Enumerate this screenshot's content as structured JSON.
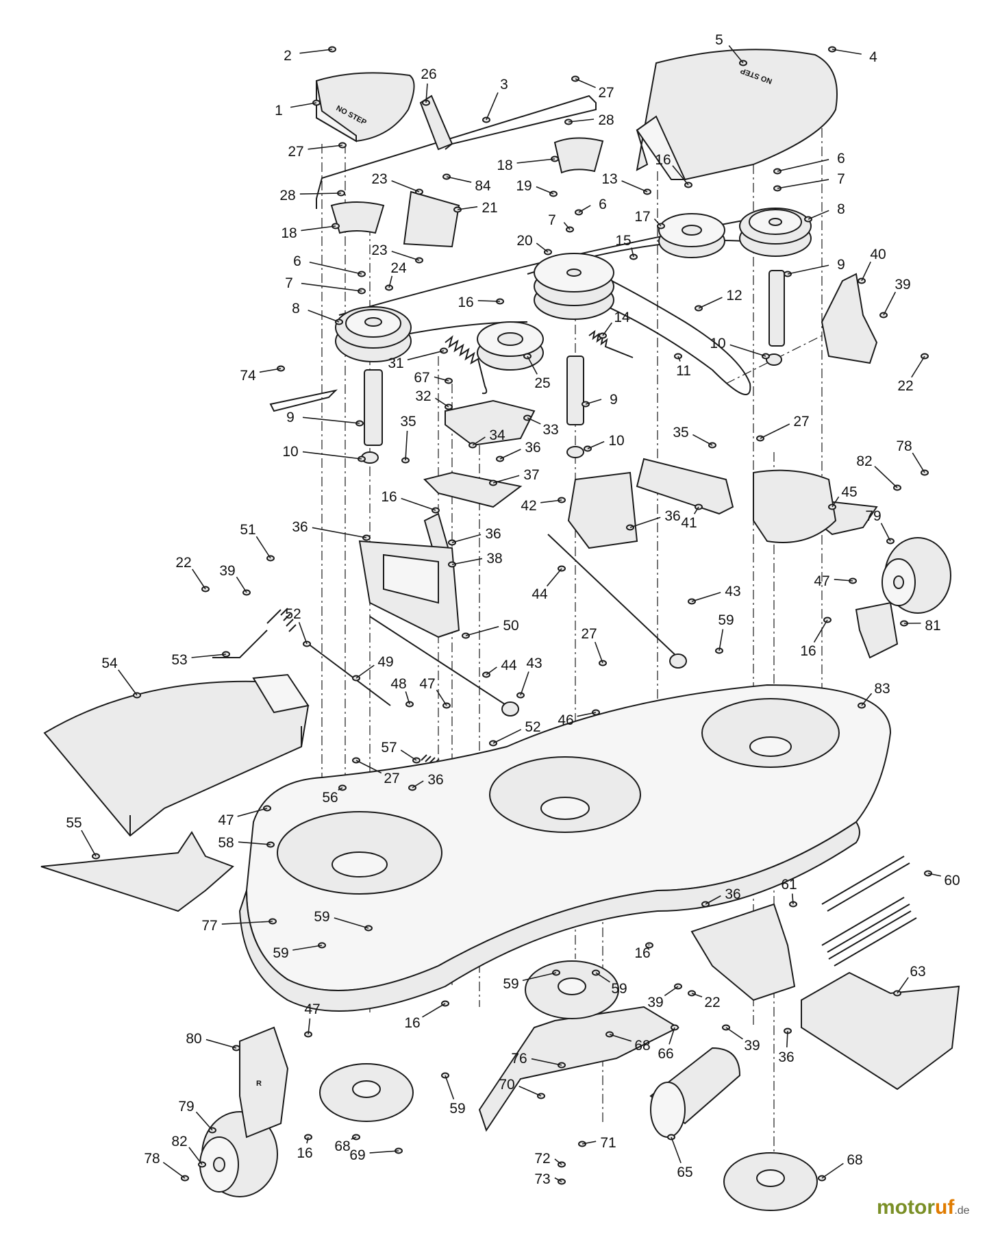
{
  "decal_text": "NO STEP",
  "corner_decal": "R",
  "watermark": {
    "main_green": "motor",
    "main_orange": "uf",
    "suffix": ".de"
  },
  "callouts": [
    "1",
    "2",
    "3",
    "4",
    "5",
    "6",
    "7",
    "8",
    "9",
    "10",
    "11",
    "12",
    "13",
    "14",
    "15",
    "16",
    "17",
    "18",
    "19",
    "20",
    "21",
    "22",
    "23",
    "24",
    "25",
    "26",
    "27",
    "28",
    "31",
    "32",
    "33",
    "34",
    "35",
    "36",
    "37",
    "38",
    "39",
    "40",
    "41",
    "42",
    "43",
    "44",
    "45",
    "46",
    "47",
    "48",
    "49",
    "50",
    "51",
    "52",
    "53",
    "54",
    "55",
    "56",
    "57",
    "58",
    "59",
    "60",
    "61",
    "63",
    "65",
    "66",
    "67",
    "68",
    "69",
    "70",
    "71",
    "72",
    "73",
    "74",
    "76",
    "77",
    "78",
    "79",
    "80",
    "81",
    "82",
    "83",
    "84"
  ]
}
